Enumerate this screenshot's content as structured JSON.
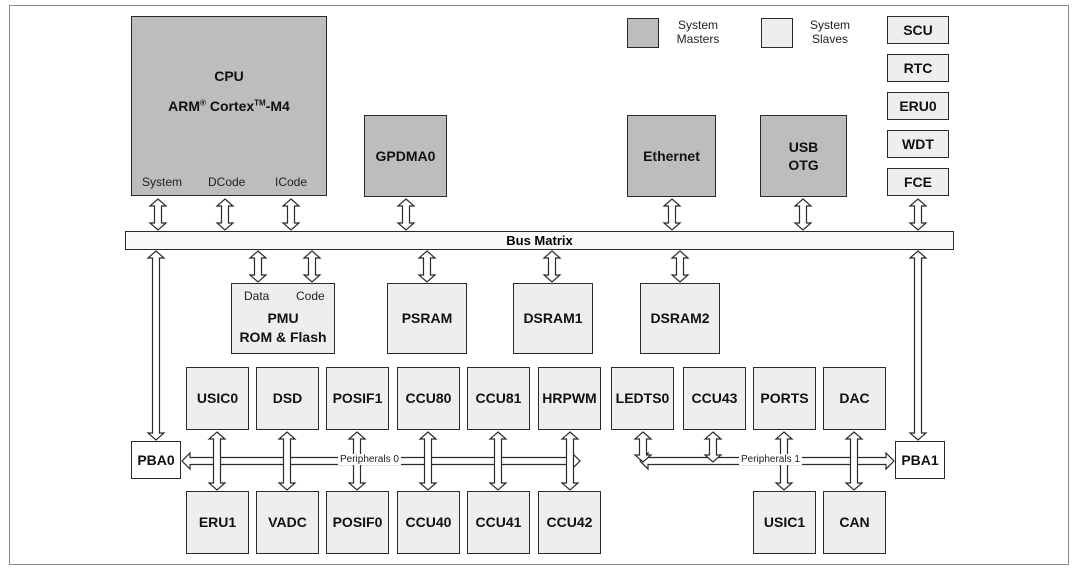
{
  "legend": {
    "masters": [
      "System",
      "Masters"
    ],
    "slaves": [
      "System",
      "Slaves"
    ]
  },
  "cpu": {
    "title": "CPU",
    "core": "ARM",
    "reg": "®",
    "cortex": " Cortex",
    "tm": "TM",
    "model": "-M4",
    "ports": [
      "System",
      "DCode",
      "ICode"
    ]
  },
  "masters": {
    "gpdma": "GPDMA0",
    "ethernet": "Ethernet",
    "usb": [
      "USB",
      "OTG"
    ]
  },
  "right_column": [
    "SCU",
    "RTC",
    "ERU0",
    "WDT",
    "FCE"
  ],
  "bus_matrix": "Bus Matrix",
  "pmu": {
    "ports": [
      "Data",
      "Code"
    ],
    "title": [
      "PMU",
      "ROM & Flash"
    ]
  },
  "memories": [
    "PSRAM",
    "DSRAM1",
    "DSRAM2"
  ],
  "peripherals_top_left": [
    "USIC0",
    "DSD",
    "POSIF1",
    "CCU80",
    "CCU81",
    "HRPWM"
  ],
  "peripherals_bottom_left": [
    "ERU1",
    "VADC",
    "POSIF0",
    "CCU40",
    "CCU41",
    "CCU42"
  ],
  "peripherals_top_right": [
    "LEDTS0",
    "CCU43",
    "PORTS",
    "DAC"
  ],
  "peripherals_bottom_right": [
    "USIC1",
    "CAN"
  ],
  "bridges": [
    "PBA0",
    "PBA1"
  ],
  "peripheral_buses": [
    "Peripherals 0",
    "Peripherals 1"
  ]
}
